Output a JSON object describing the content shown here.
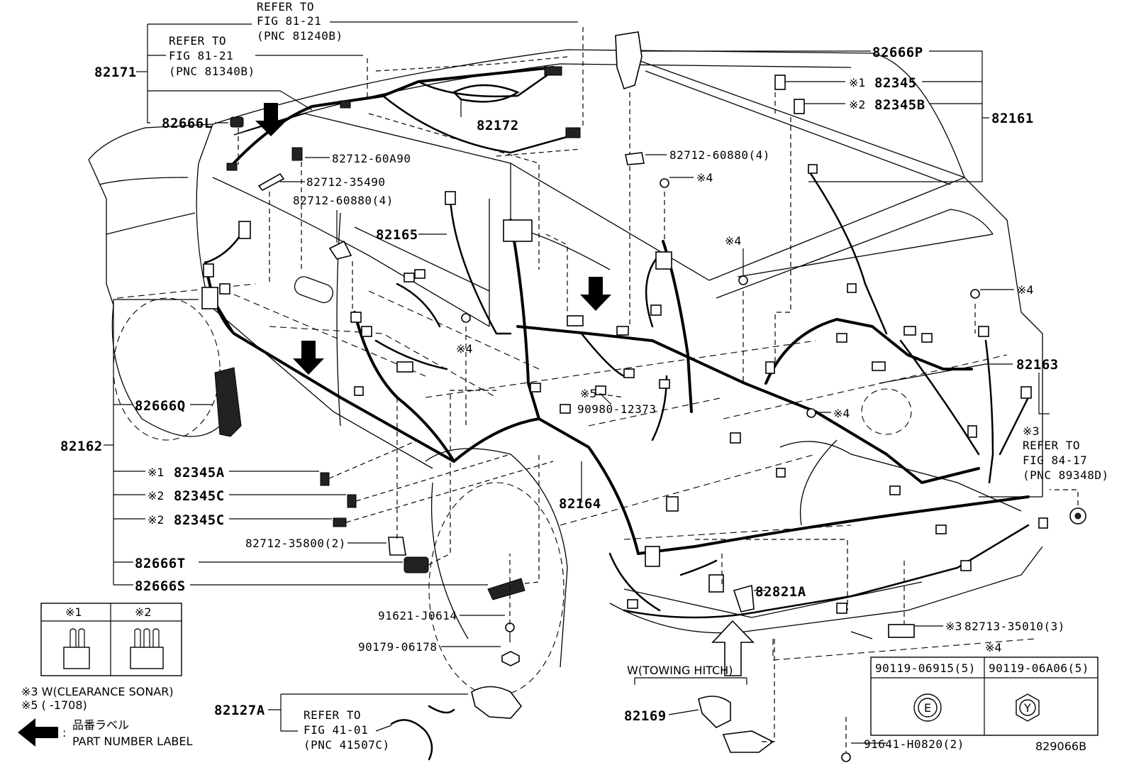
{
  "labels": {
    "refer_top_1": "REFER TO",
    "refer_top_2": "FIG 81-21",
    "refer_top_3": "(PNC 81240B)",
    "refer_left_1": "REFER TO",
    "refer_left_2": "FIG 81-21",
    "refer_left_3": "(PNC 81340B)",
    "p82171": "82171",
    "p82666L": "82666L",
    "p82172": "82172",
    "p82712_60A90": "82712-60A90",
    "p82712_35490": "82712-35490",
    "p82712_60880_a": "82712-60880(4)",
    "p82165": "82165",
    "p82666P": "82666P",
    "p82345": "82345",
    "p82345B": "82345B",
    "p82161": "82161",
    "p82712_60880_b": "82712-60880(4)",
    "p82163": "82163",
    "p82666Q": "82666Q",
    "p82162": "82162",
    "p82345A": "82345A",
    "p82345C_1": "82345C",
    "p82345C_2": "82345C",
    "p82712_35800": "82712-35800(2)",
    "p82666T": "82666T",
    "p82666S": "82666S",
    "p90980": "90980-12373",
    "p82164": "82164",
    "p82821A": "82821A",
    "refer_right_1": "REFER TO",
    "refer_right_2": "FIG 84-17",
    "refer_right_3": "(PNC 89348D)",
    "p82713": "82713-35010(3)",
    "p91621": "91621-J0614",
    "p90179": "90179-06178",
    "p82127A": "82127A",
    "refer_bottom_1": "REFER TO",
    "refer_bottom_2": "FIG 41-01",
    "refer_bottom_3": "(PNC 41507C)",
    "towing": "W(TOWING HITCH)",
    "p82169": "82169",
    "p91641": "91641-H0820(2)",
    "fig_id": "829066B"
  },
  "marks": {
    "m1": "※1",
    "m2": "※2",
    "m3": "※3",
    "m4": "※4",
    "m5": "※5"
  },
  "legend": {
    "col1": "※1",
    "col2": "※2",
    "note3": "※3 W(CLEARANCE SONAR)",
    "note5": "※5 (      -1708)",
    "jp_label": "品番ラベル",
    "en_label": "PART NUMBER LABEL",
    "colon": ":"
  },
  "bolt_table": {
    "header_mark": "※4",
    "col1": "90119-06915(5)",
    "col2": "90119-06A06(5)",
    "head1": "E",
    "head2": "Y"
  }
}
